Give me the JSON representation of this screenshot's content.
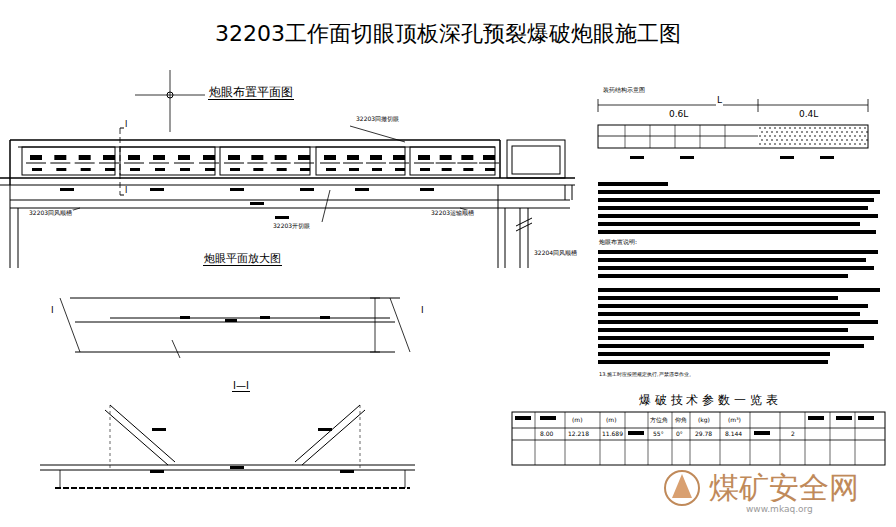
{
  "diagram": {
    "title": "32203工作面切眼顶板深孔预裂爆破炮眼施工图",
    "labels": [
      "炮眼布置平面图",
      "I",
      "I",
      "32203回撤切眼",
      "32203开切眼",
      "32203回风顺槽",
      "32203运输顺槽",
      "32204回风顺槽",
      "炮眼平面放大图",
      "I",
      "I",
      "I—I",
      "装药结构示意图",
      "L",
      "0.6L",
      "0.4L",
      "炮眼布置说明:",
      "13.施工时应按照规定执行,严禁违章作业。",
      "爆 破 技 术 参 数 一 览 表",
      "(m)",
      "(m)",
      "方位角",
      "仰角",
      "(kg)",
      "(m³)",
      "8.00",
      "12.218",
      "11.689",
      "55°",
      "0°",
      "29.78",
      "8.144",
      "2",
      "煤矿安全网",
      "www.mkaq.org"
    ]
  }
}
